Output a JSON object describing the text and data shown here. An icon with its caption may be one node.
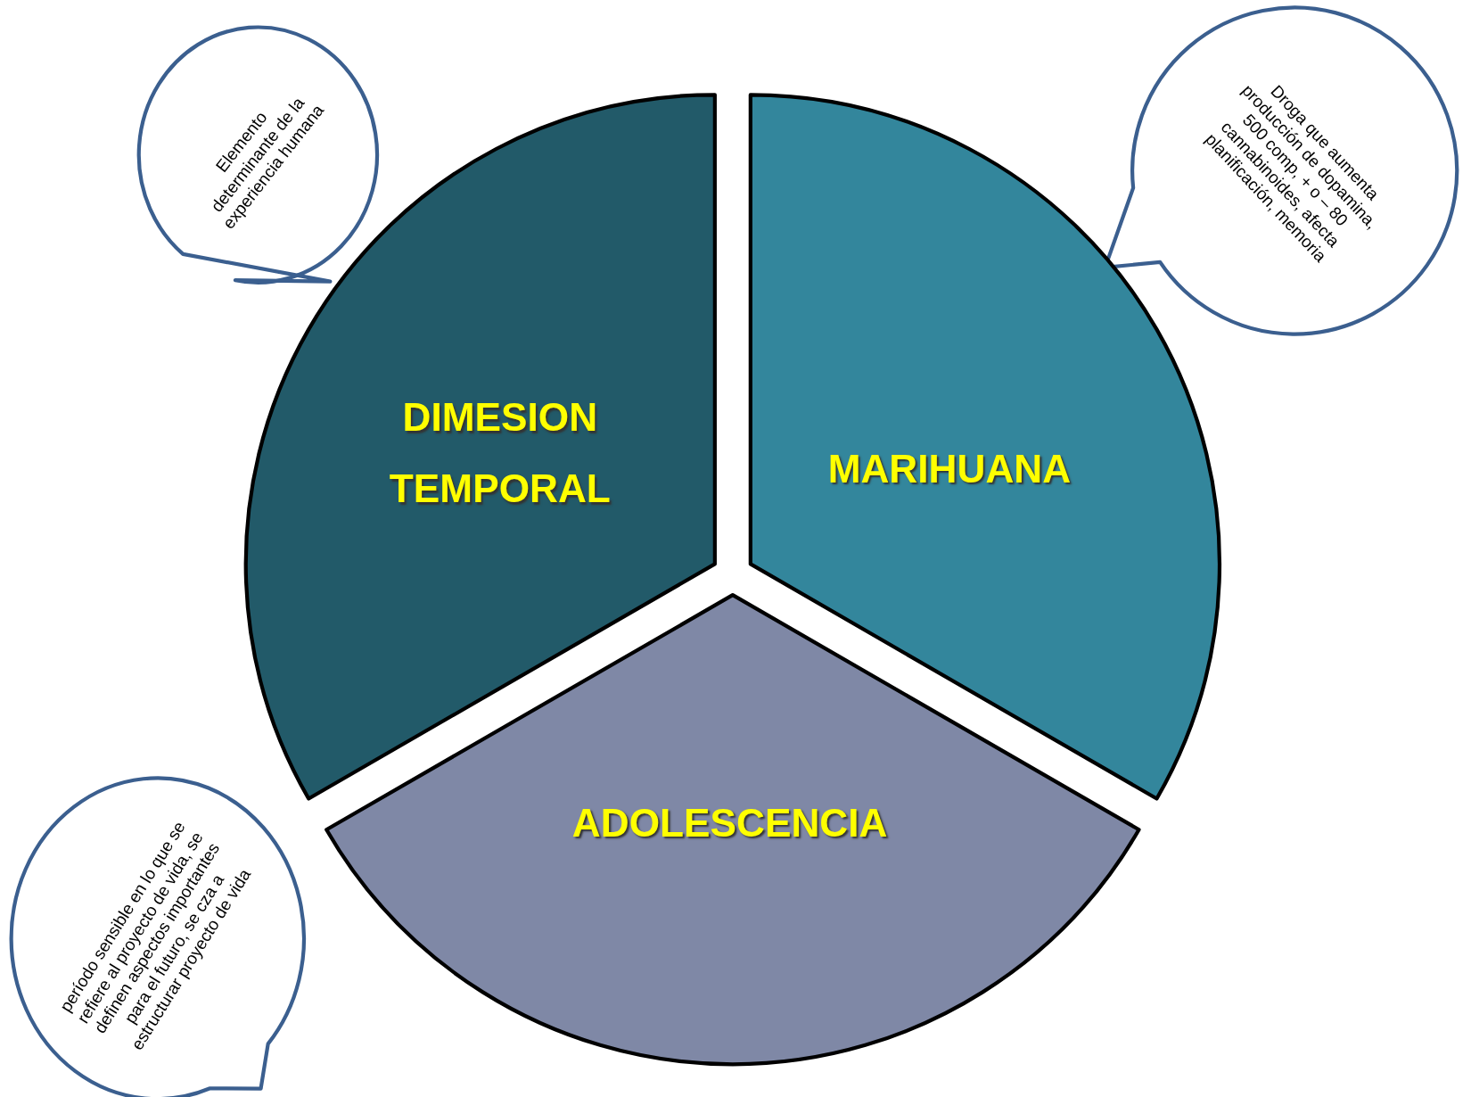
{
  "diagram": {
    "nodes": [
      {
        "text": [
          "Elemento determinante de la experiencia humana"
        ]
      },
      {
        "text": [
          "Droga que aumenta producción de dopamina, 500 comp, + o – 80 cannabinoides, afecta planificación, memoria"
        ]
      },
      {
        "text": [
          "DIMESION TEMPORAL"
        ]
      },
      {
        "text": [
          "MARIHUANA"
        ]
      },
      {
        "text": [
          "ADOLESCENCIA"
        ]
      },
      {
        "text": [
          "período sensible en lo que se refiere al proyecto de vida, se definen aspectos importantes para el futuro, se cza a estructurar proyecto de vida"
        ]
      }
    ]
  }
}
